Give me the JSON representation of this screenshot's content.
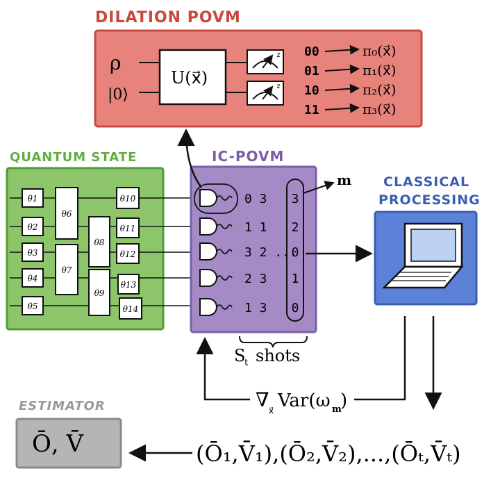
{
  "dilation": {
    "title": "DILATION POVM",
    "rho": "ρ",
    "ket": "|0⟩",
    "unitary": "U(x⃗)",
    "outcomes": [
      {
        "bits": "00",
        "pi": "π₀(x⃗)"
      },
      {
        "bits": "01",
        "pi": "π₁(x⃗)"
      },
      {
        "bits": "10",
        "pi": "π₂(x⃗)"
      },
      {
        "bits": "11",
        "pi": "π₃(x⃗)"
      }
    ],
    "meter_label": "z",
    "colors": {
      "fill": "#e8837b",
      "border": "#c9483f",
      "title": "#c9483f"
    }
  },
  "quantum_state": {
    "title": "QUANTUM STATE",
    "gates": [
      "θ1",
      "θ2",
      "θ3",
      "θ4",
      "θ5",
      "θ6",
      "θ7",
      "θ8",
      "θ9",
      "θ10",
      "θ11",
      "θ12",
      "θ13",
      "θ14"
    ],
    "colors": {
      "fill": "#8cc56a",
      "border": "#4f9d36",
      "title": "#5fae3e"
    }
  },
  "ic_povm": {
    "title": "IC-POVM",
    "rows": [
      "0 3",
      "1 1",
      "3 2 ...",
      "2 3",
      "1 3"
    ],
    "column": [
      "3",
      "2",
      "0",
      "1",
      "0"
    ],
    "m_label": "m",
    "shots_label": "S",
    "shots_sub": "t",
    "shots_word": "shots",
    "colors": {
      "fill": "#a48bc6",
      "border": "#7a5ea8",
      "title": "#7a5ea8"
    }
  },
  "classical": {
    "title_line1": "CLASSICAL",
    "title_line2": "PROCESSING",
    "colors": {
      "fill": "#5b82d8",
      "border": "#3a5fb2",
      "title": "#3a5fb2"
    }
  },
  "gradient": {
    "nabla": "∇",
    "sub": "x⃗",
    "text": "Var(ω",
    "sub2": "m",
    "close": ")"
  },
  "estimator": {
    "title": "ESTIMATOR",
    "content": "Ō, V̄",
    "colors": {
      "fill": "#b5b5b5",
      "border": "#8a8a8a",
      "title": "#9a9a9a"
    }
  },
  "sequence": {
    "text": "(Ō₁,V̄₁),(Ō₂,V̄₂),...,(Ōₜ,V̄ₜ)"
  }
}
